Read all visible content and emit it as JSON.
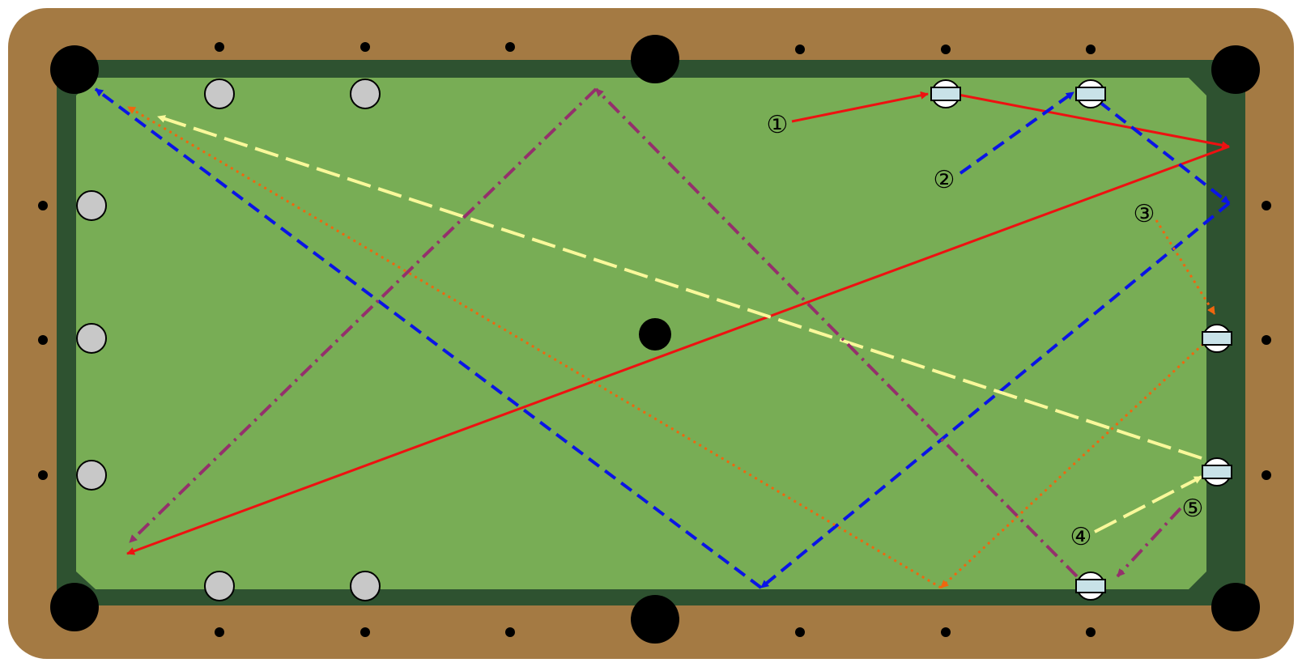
{
  "diagram": {
    "colors": {
      "rail": "#a47a43",
      "cushion": "#2e5230",
      "felt": "#78ad55",
      "pocket": "#000000",
      "diamond": "#000000",
      "object_ball": "#c8c8c8",
      "cue_ball": "#000000",
      "target_marker_fill": "#c8e2e8"
    },
    "routes": [
      {
        "label": "①",
        "color": "#ee1111",
        "style": "solid"
      },
      {
        "label": "②",
        "color": "#0a14e6",
        "style": "dashed"
      },
      {
        "label": "③",
        "color": "#f0660e",
        "style": "dotted"
      },
      {
        "label": "④",
        "color": "#f9f89a",
        "style": "long-dash"
      },
      {
        "label": "⑤",
        "color": "#94306c",
        "style": "dash-dot"
      }
    ]
  }
}
